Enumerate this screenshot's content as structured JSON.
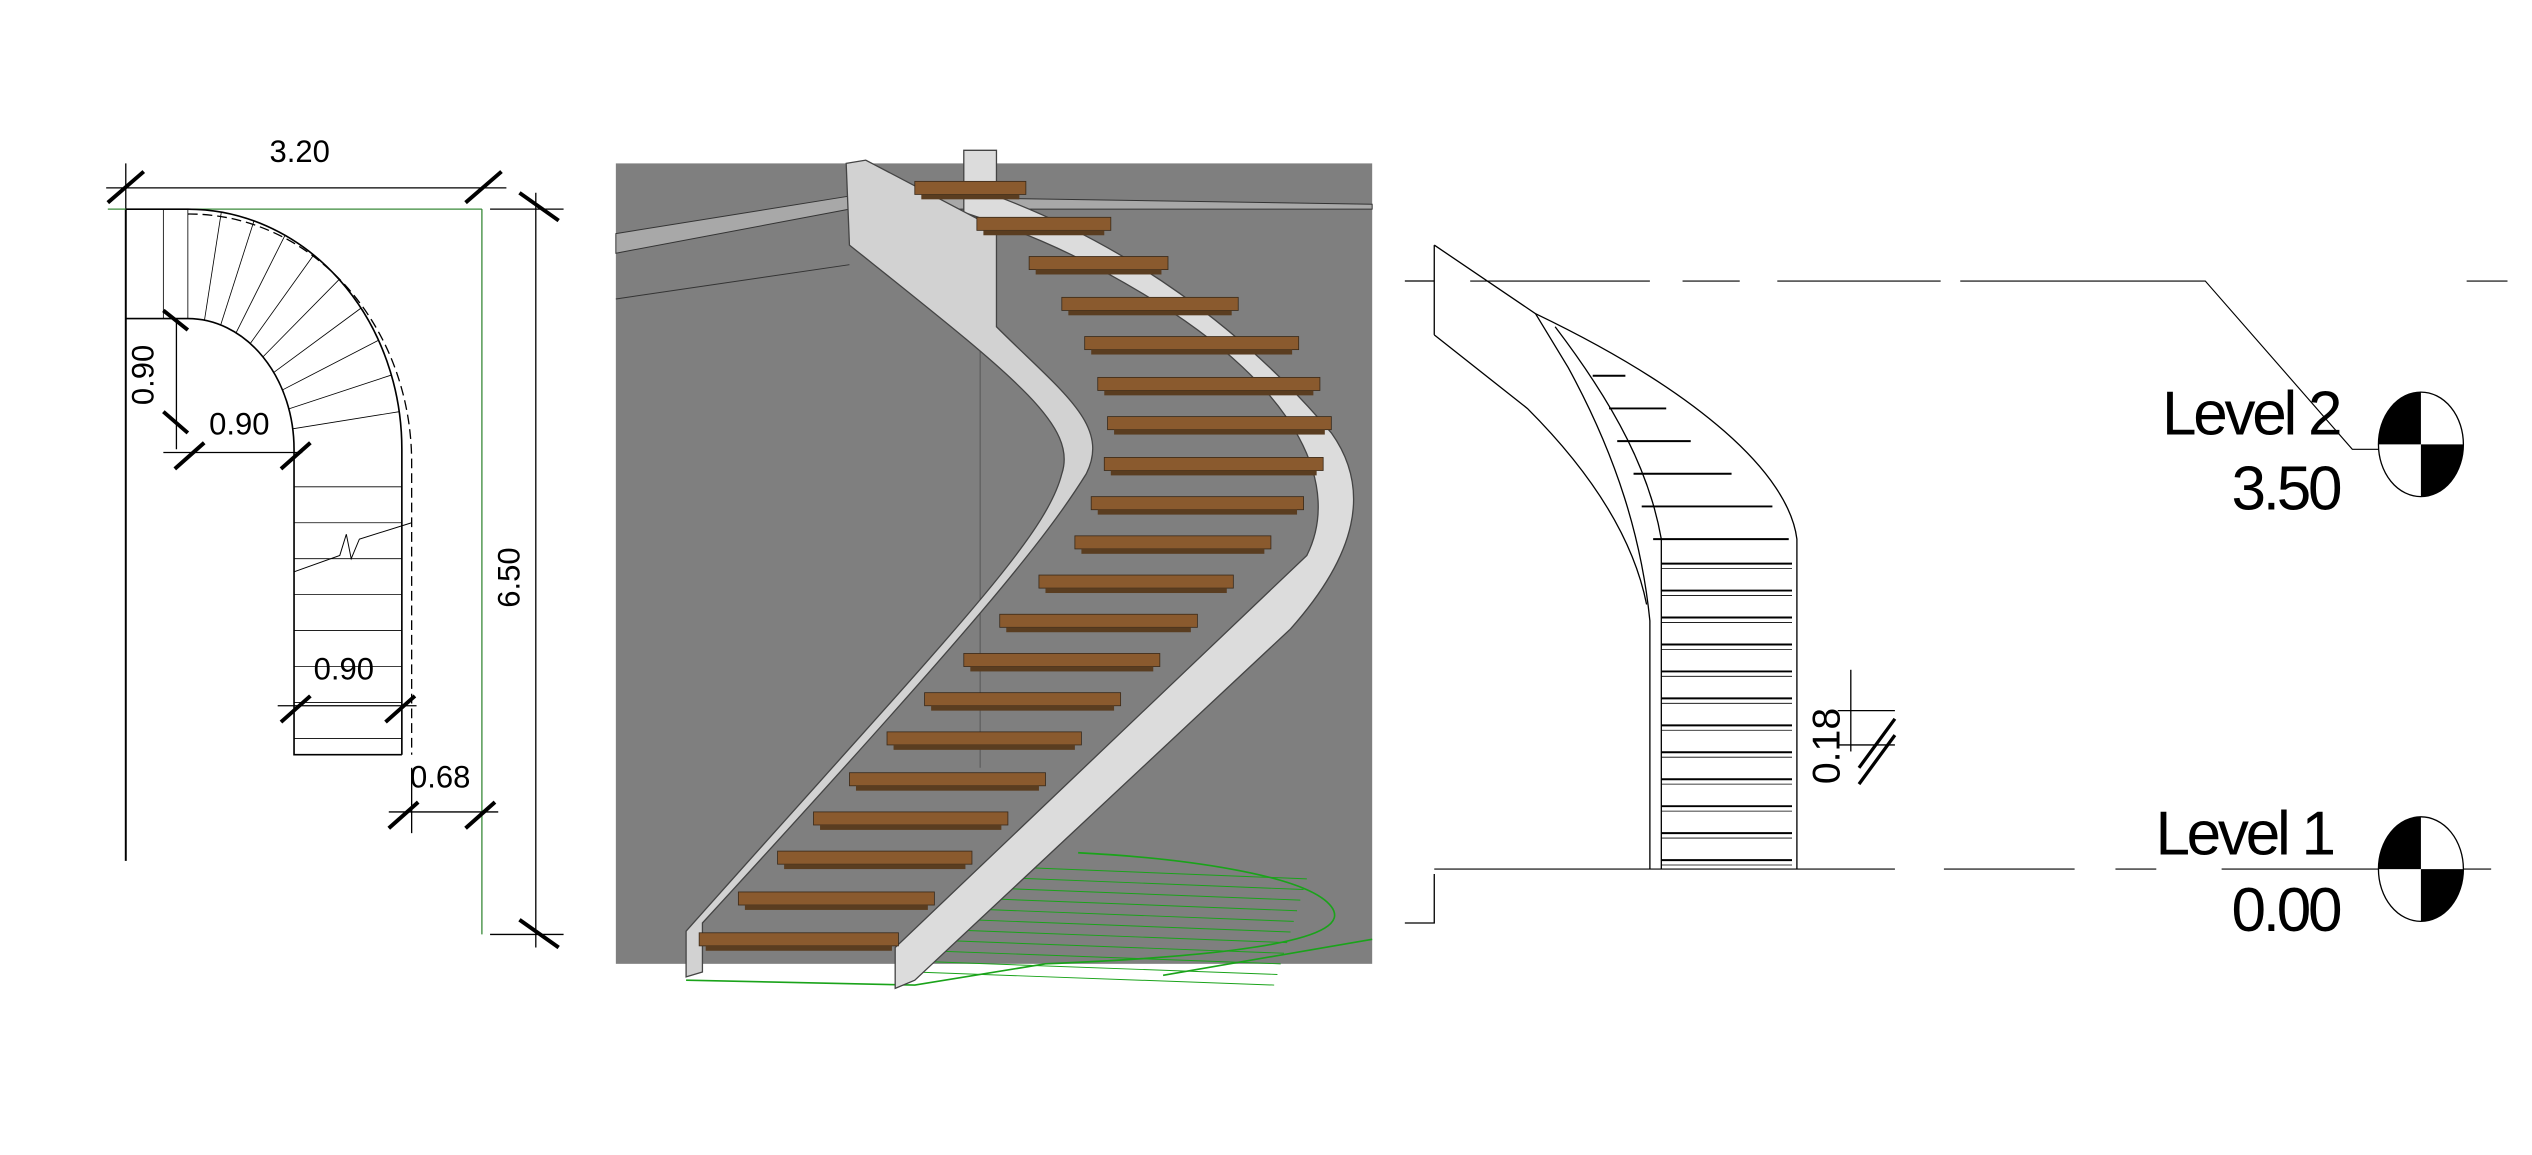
{
  "plan": {
    "dimensions": {
      "overall_width": "3.20",
      "overall_length": "6.50",
      "landing_depth": "0.90",
      "landing_width": "0.90",
      "flight_width": "0.90",
      "offset": "0.68"
    }
  },
  "elevation": {
    "riser_height": "0.18",
    "levels": [
      {
        "name": "Level 2",
        "elevation": "3.50"
      },
      {
        "name": "Level 1",
        "elevation": "0.00"
      }
    ]
  },
  "colors": {
    "wall": "#7f7f7f",
    "tread": "#8a5a2e",
    "stringer": "#dcdcdc",
    "floor_outline": "#1aa31a"
  }
}
